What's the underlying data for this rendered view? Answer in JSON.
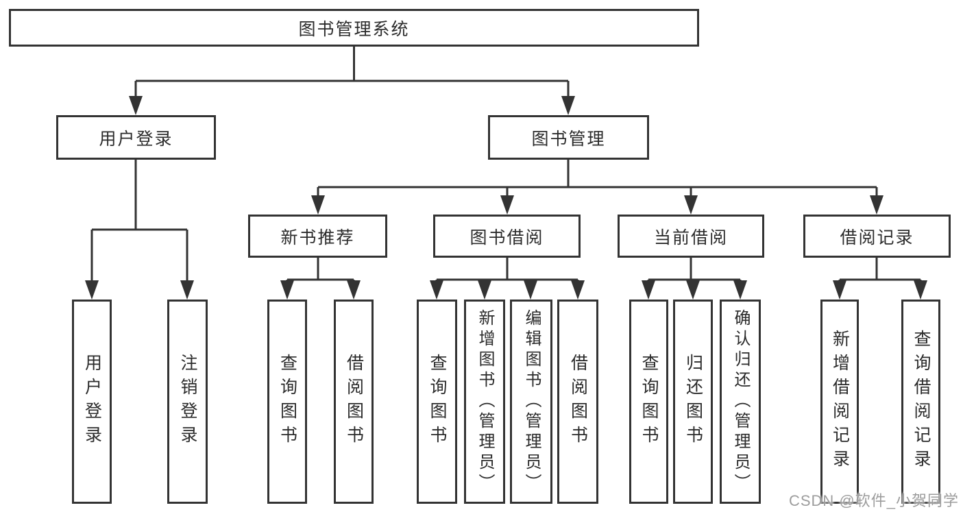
{
  "diagram": {
    "title": "图书管理系统",
    "level2": [
      {
        "label": "用户登录"
      },
      {
        "label": "图书管理"
      }
    ],
    "level3": [
      {
        "label": "新书推荐"
      },
      {
        "label": "图书借阅"
      },
      {
        "label": "当前借阅"
      },
      {
        "label": "借阅记录"
      }
    ],
    "leaves": {
      "user_login_group": [
        "用户登录",
        "注销登录"
      ],
      "new_book_group": [
        "查询图书",
        "借阅图书"
      ],
      "book_borrow_group": [
        "查询图书",
        "新增图书（管理员）",
        "编辑图书（管理员）",
        "借阅图书"
      ],
      "current_borrow_group": [
        "查询图书",
        "归还图书",
        "确认归还（管理员）"
      ],
      "borrow_record_group": [
        "新增借阅记录",
        "查询借阅记录"
      ]
    }
  },
  "watermark": {
    "text": "CSDN @软件_小贺同学"
  },
  "colors": {
    "line": "#333333",
    "text": "#2b2b2b",
    "watermark": "#9c9c9c",
    "background": "#ffffff"
  }
}
